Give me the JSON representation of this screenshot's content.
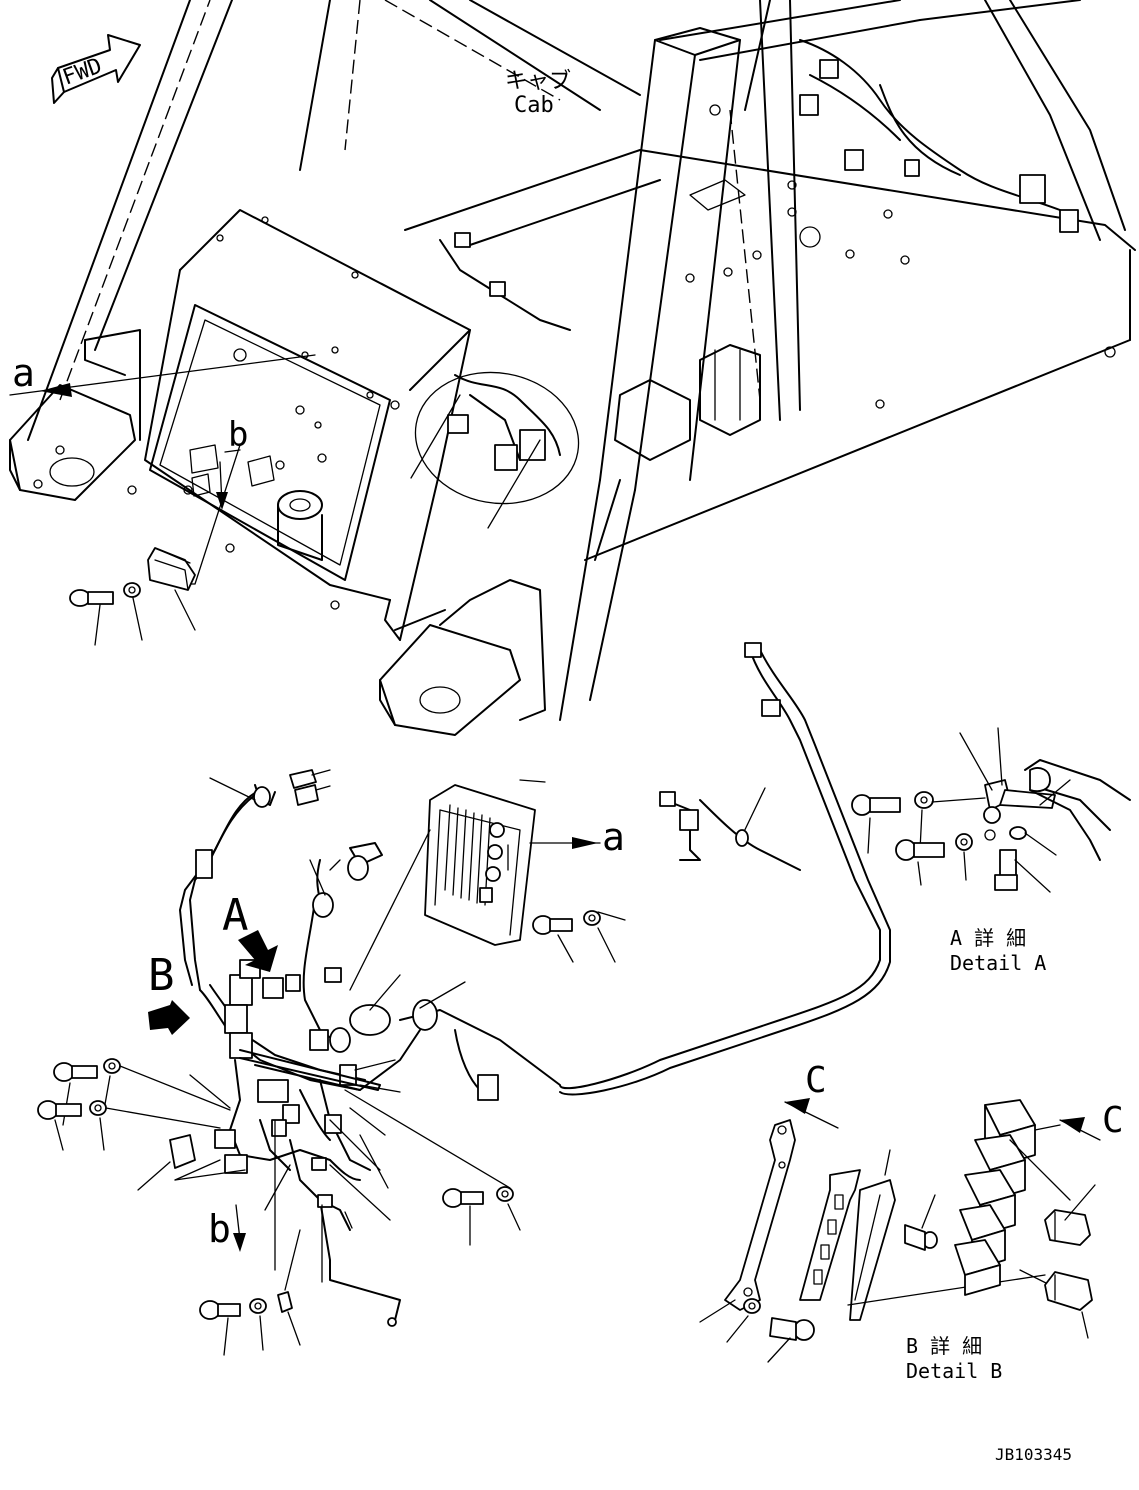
{
  "fwd_label": "FWD",
  "cab_label_jp": "キャブ",
  "cab_label_en": "Cab",
  "callouts": {
    "a_top": "a",
    "b_top": "b",
    "a_ecu": "a",
    "A_view": "A",
    "B_view": "B",
    "b_bottom": "b",
    "c_left": "C",
    "c_right": "C"
  },
  "detail_a": {
    "jp": "A 詳 細",
    "en": "Detail A"
  },
  "detail_b": {
    "jp": "B 詳 細",
    "en": "Detail B"
  },
  "drawing_id": "JB103345"
}
